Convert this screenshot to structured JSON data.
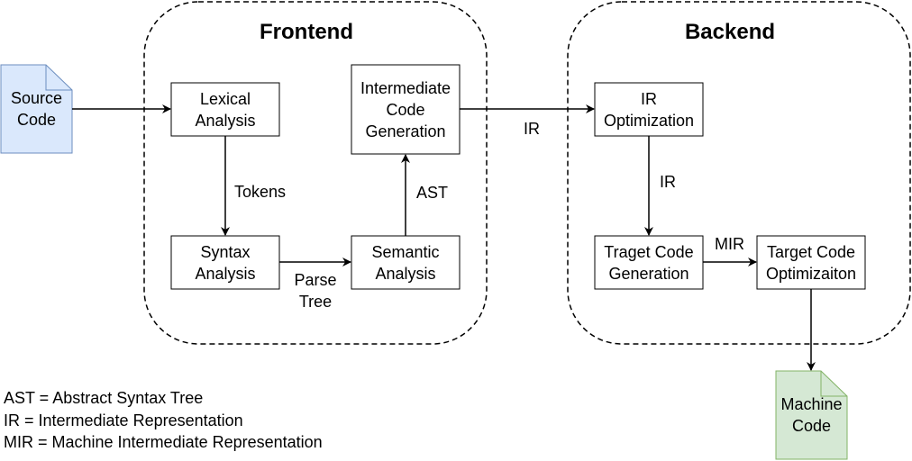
{
  "groups": {
    "frontend": {
      "title": "Frontend"
    },
    "backend": {
      "title": "Backend"
    }
  },
  "nodes": {
    "source_code": {
      "label": "Source\nCode",
      "fill": "#dae8fc",
      "stroke": "#6c8ebf"
    },
    "lexical": {
      "label": "Lexical\nAnalysis"
    },
    "syntax": {
      "label": "Syntax\nAnalysis"
    },
    "semantic": {
      "label": "Semantic\nAnalysis"
    },
    "intermediate": {
      "label": "Intermediate\nCode\nGeneration"
    },
    "ir_opt": {
      "label": "IR\nOptimization"
    },
    "target_gen": {
      "label": "Traget Code\nGeneration"
    },
    "target_opt": {
      "label": "Target Code\nOptimizaiton"
    },
    "machine_code": {
      "label": "Machine\nCode",
      "fill": "#d5e8d4",
      "stroke": "#82b366"
    }
  },
  "edge_labels": {
    "tokens": "Tokens",
    "parse_tree": "Parse\nTree",
    "ast": "AST",
    "ir_main": "IR",
    "ir_backend": "IR",
    "mir": "MIR"
  },
  "legend": [
    "AST = Abstract Syntax Tree",
    "IR = Intermediate Representation",
    "MIR = Machine Intermediate Representation"
  ]
}
